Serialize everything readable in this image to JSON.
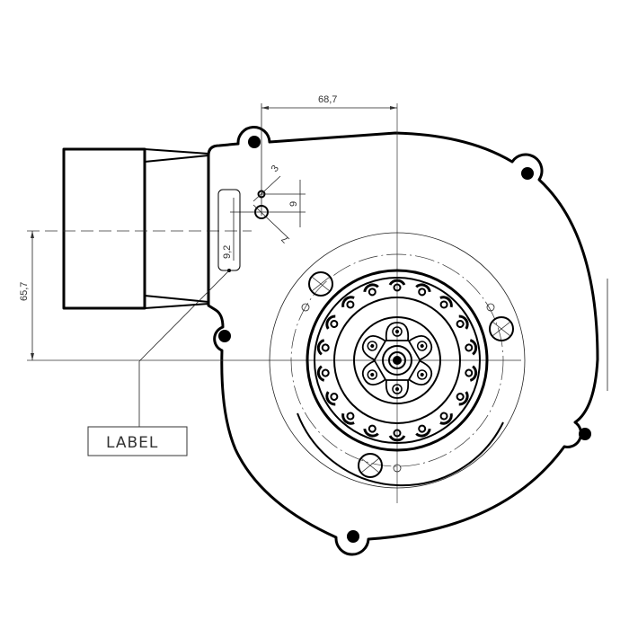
{
  "drawing": {
    "subject": "Centrifugal blower fan technical drawing",
    "colors": {
      "line": "#000000",
      "dim": "#333333",
      "background": "#ffffff"
    }
  },
  "dimensions": {
    "top_width": "68,7",
    "left_height": "65,7",
    "slot_length": "9,2",
    "small_hole": "3",
    "hole_spacing": "9",
    "large_hole": "7"
  },
  "callout": {
    "label": "LABEL"
  }
}
